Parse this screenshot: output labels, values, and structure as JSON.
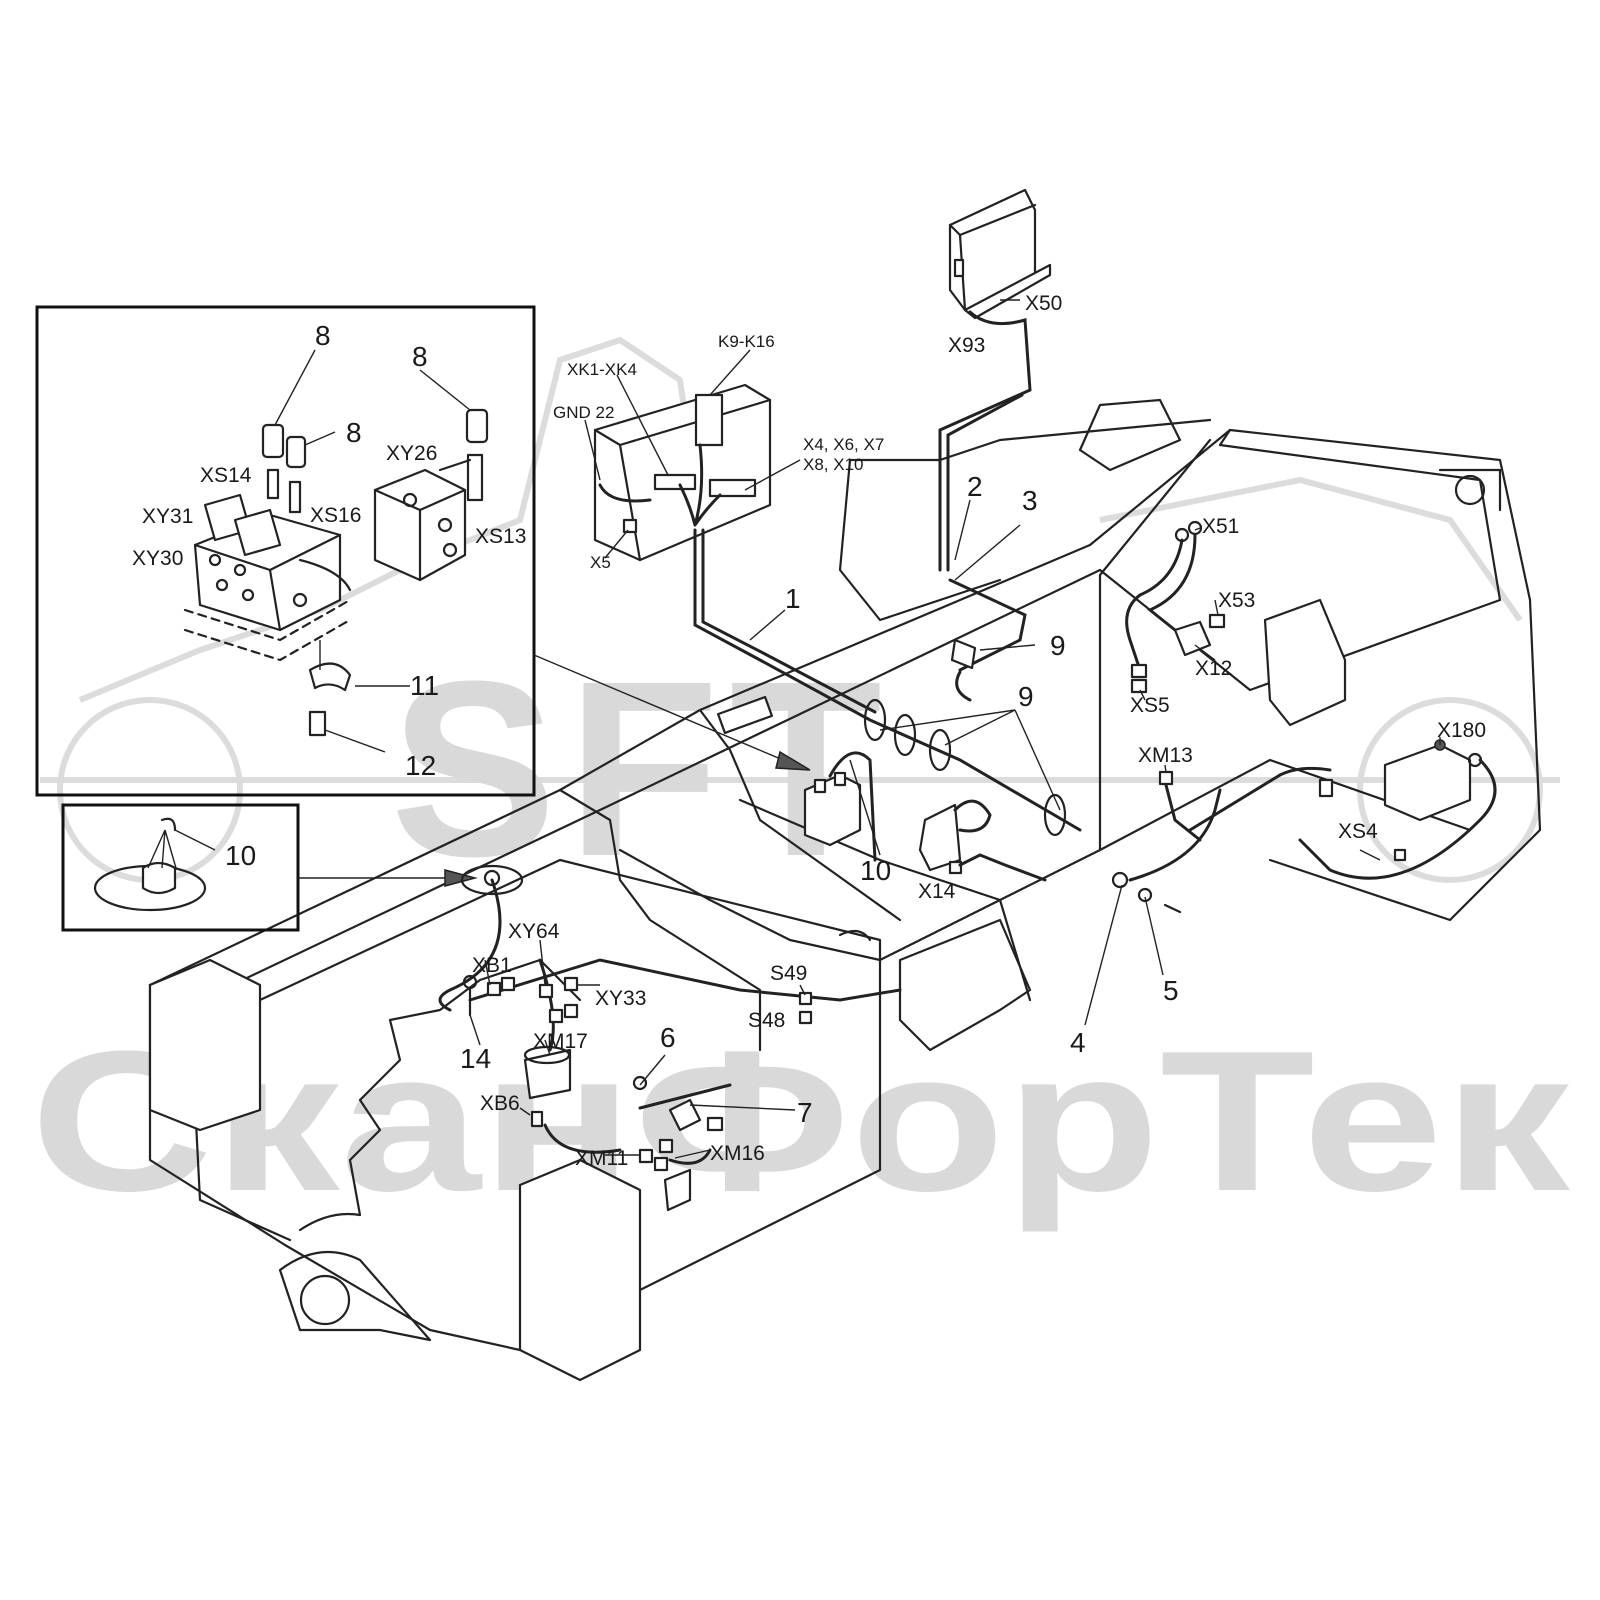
{
  "watermark": {
    "logo_text": "SFT",
    "brand_text": "СканФорТек"
  },
  "inset_valves": {
    "labels": {
      "plug_a": "8",
      "plug_b": "8",
      "plug_c": "8",
      "xs14": "XS14",
      "xy31": "XY31",
      "xs16": "XS16",
      "xy30": "XY30",
      "xy26": "XY26",
      "xs13": "XS13",
      "clamp": "11",
      "screw": "12"
    }
  },
  "inset_grommet": {
    "labels": {
      "grommet": "10"
    }
  },
  "relay_box": {
    "labels": {
      "gnd": "GND 22",
      "xk": "XK1-XK4",
      "k": "K9-K16",
      "x_group_1": "X4, X6, X7",
      "x_group_2": "X8, X10",
      "x5": "X5"
    }
  },
  "control_unit": {
    "labels": {
      "x50": "X50",
      "x93": "X93"
    }
  },
  "callouts": {
    "n1": "1",
    "n2": "2",
    "n3": "3",
    "n4": "4",
    "n5": "5",
    "n6": "6",
    "n7": "7",
    "n9a": "9",
    "n9b": "9",
    "n10": "10",
    "n14": "14"
  },
  "connectors": {
    "x51": "X51",
    "x53": "X53",
    "x12": "X12",
    "xs5": "XS5",
    "xm13": "XM13",
    "x180": "X180",
    "xs4": "XS4",
    "x14": "X14",
    "xy64": "XY64",
    "xb1": "XB1",
    "xy33": "XY33",
    "xm17": "XM17",
    "xb6": "XB6",
    "xm11": "XM11",
    "xm16": "XM16",
    "s49": "S49",
    "s48": "S48"
  }
}
